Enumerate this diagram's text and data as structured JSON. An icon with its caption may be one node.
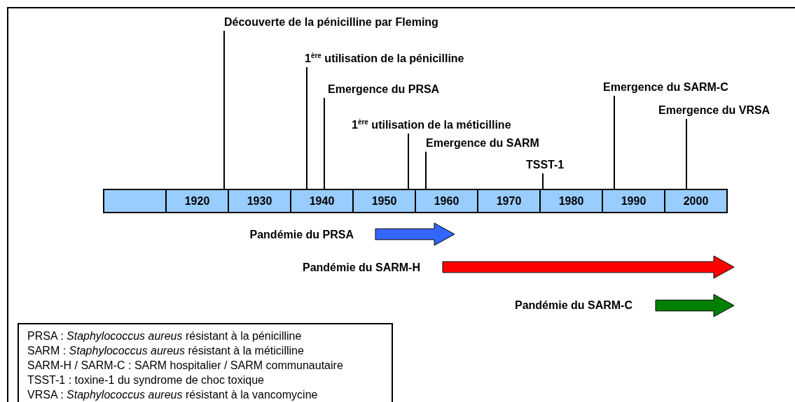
{
  "diagram": {
    "nodes": [
      {
        "text": [],
        "shape": "box"
      },
      {
        "text": [
          "1920"
        ]
      },
      {
        "text": [
          "1930"
        ]
      },
      {
        "text": [
          "1940"
        ]
      },
      {
        "text": [
          "1950"
        ]
      },
      {
        "text": [
          "1960"
        ]
      },
      {
        "text": [
          "1970"
        ]
      },
      {
        "text": [
          "1980"
        ]
      },
      {
        "text": [
          "1990"
        ]
      },
      {
        "text": [
          "2000"
        ]
      },
      {
        "text": [
          "Découverte de la pénicilline par Fleming"
        ]
      },
      {
        "text": [
          "1$^{ère}$ utilisation de la pénicilline"
        ]
      },
      {
        "text": [
          "Emergence du PRSA"
        ]
      },
      {
        "text": [
          "1$^{ère}$ utilisation de la méticilline"
        ]
      },
      {
        "text": [
          "Emergence du SARM"
        ]
      },
      {
        "text": [
          "TSST-1"
        ]
      },
      {
        "text": [
          "Emergence du SARM-C"
        ]
      },
      {
        "text": [
          "Emergence du VRSA"
        ]
      },
      {
        "text": [],
        "shape": "arrow",
        "beside": [
          "Pandémie du PRSA"
        ]
      },
      {
        "text": [],
        "shape": "arrow",
        "beside": [
          "Pandémie du SARM-H"
        ]
      },
      {
        "text": [],
        "shape": "arrow",
        "beside": [
          "Pandémie du SARM-C"
        ]
      },
      {
        "text": [
          "PRSA : *Staphylococcus aureus* résistant à la pénicilline",
          "SARM : *Staphylococcus aureus* résistant à la méticilline",
          "SARM-H / SARM-C : SARM hospitalier / SARM communautaire",
          "TSST-1 : toxine-1 du syndrome de choc toxique",
          "VRSA : *Staphylococcus aureus* résistant à la vancomycine"
        ]
      }
    ],
    "edges": [
      {
        "from": 10,
        "to": 1,
        "arrow": "none"
      },
      {
        "from": 11,
        "to": 3,
        "arrow": "none"
      },
      {
        "from": 12,
        "to": 3,
        "arrow": "none"
      },
      {
        "from": 13,
        "to": 4,
        "arrow": "none"
      },
      {
        "from": 14,
        "to": 5,
        "arrow": "none"
      },
      {
        "from": 15,
        "to": 7,
        "arrow": "none"
      },
      {
        "from": 16,
        "to": 8,
        "arrow": "none"
      },
      {
        "from": 17,
        "to": 9,
        "arrow": "none"
      }
    ]
  }
}
